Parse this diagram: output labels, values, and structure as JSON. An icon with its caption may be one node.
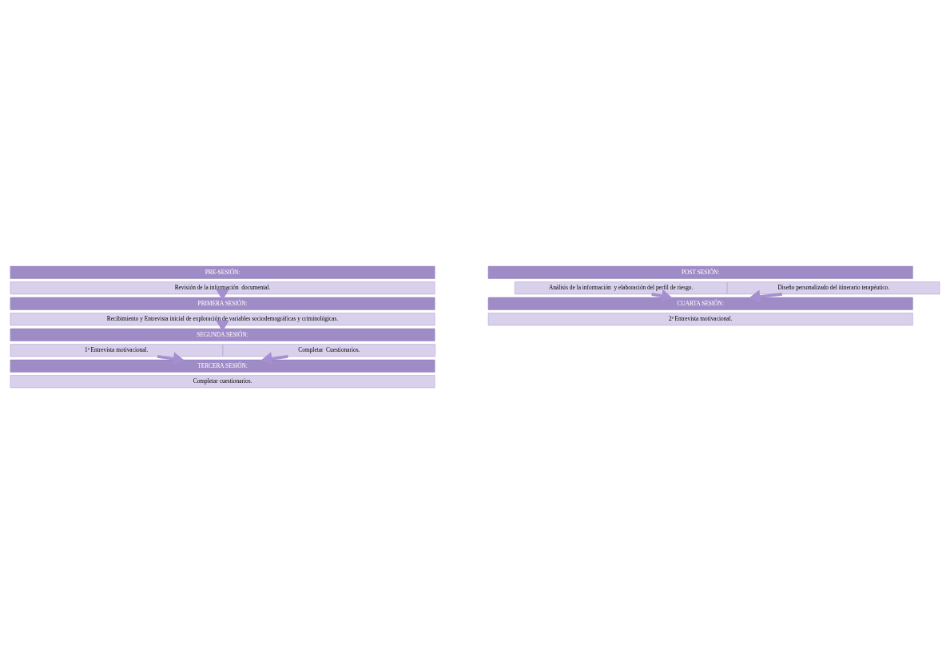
{
  "diagram": {
    "nodes": [
      {
        "text": [
          "PRE-SESIÓN:"
        ]
      },
      {
        "text": [
          "Revisión de la información  documental."
        ]
      },
      {
        "text": [
          "PRIMERA SESIÓN:"
        ]
      },
      {
        "text": [
          "Recibimiento y Entrevista inicial de exploración de variables sociodemográficas y criminológicas."
        ]
      },
      {
        "text": [
          "SEGUNDA SESIÓN:"
        ]
      },
      {
        "text": [
          "1ª Entrevista motivacional."
        ]
      },
      {
        "text": [
          "Completar  Cuestionarios."
        ]
      },
      {
        "text": [
          "TERCERA SESIÓN:"
        ]
      },
      {
        "text": [
          "Completar cuestionarios."
        ]
      },
      {
        "text": [
          "POST SESIÓN:"
        ]
      },
      {
        "text": [
          "Análisis de la información  y elaboración del perfil de riesgo."
        ]
      },
      {
        "text": [
          "Diseño personalizado del itinerario terapéutico."
        ]
      },
      {
        "text": [
          "CUARTA SESIÓN:"
        ]
      },
      {
        "text": [
          "2ª Entrevista motivacional."
        ]
      }
    ],
    "edges": [
      {
        "from": 1,
        "to": 2,
        "arrow": "to"
      },
      {
        "from": 3,
        "to": 4,
        "arrow": "to"
      },
      {
        "from": 5,
        "to": 7,
        "arrow": "to"
      },
      {
        "from": 6,
        "to": 7,
        "arrow": "to"
      },
      {
        "from": 10,
        "to": 12,
        "arrow": "to"
      },
      {
        "from": 11,
        "to": 12,
        "arrow": "to"
      }
    ]
  }
}
